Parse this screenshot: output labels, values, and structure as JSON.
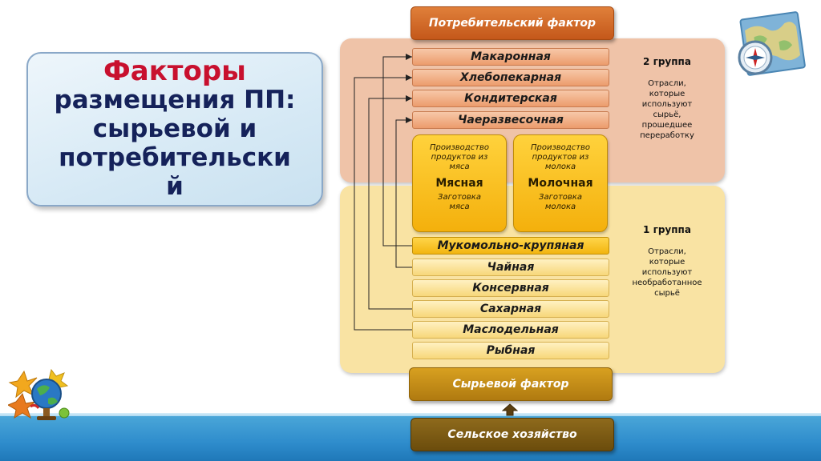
{
  "slide": {
    "title_line1": "Факторы",
    "title_line2": "размещения ПП:",
    "title_line3": "сырьевой и",
    "title_line4": "потребительски",
    "title_line5": "й"
  },
  "diagram": {
    "consumer_factor": "Потребительский фактор",
    "raw_factor": "Сырьевой фактор",
    "agriculture": "Сельское хозяйство",
    "group2": {
      "label": "2 группа",
      "desc_lines": [
        "Отрасли,",
        "которые",
        "используют",
        "сырьё,",
        "прошедшее",
        "переработку"
      ],
      "industries": [
        "Макаронная",
        "Хлебопекарная",
        "Кондитерская",
        "Чаеразвесочная"
      ]
    },
    "meat": {
      "top": [
        "Производство",
        "продуктов из",
        "мяса"
      ],
      "name": "Мясная",
      "bottom": [
        "Заготовка",
        "мяса"
      ]
    },
    "dairy": {
      "top": [
        "Производство",
        "продуктов из",
        "молока"
      ],
      "name": "Молочная",
      "bottom": [
        "Заготовка",
        "молока"
      ]
    },
    "group1": {
      "label": "1 группа",
      "desc_lines": [
        "Отрасли,",
        "которые",
        "используют",
        "необработанное",
        "сырьё"
      ],
      "industries": [
        "Мукомольно-крупяная",
        "Чайная",
        "Консервная",
        "Сахарная",
        "Маслодельная",
        "Рыбная"
      ]
    },
    "colors": {
      "zone_top": "#efc3a8",
      "zone_bottom": "#f9e3a3",
      "consumer_bar": "#c4581a",
      "raw_bar": "#b07a10",
      "agriculture_bar": "#6b4c0c",
      "title_red": "#c8102e",
      "title_blue": "#15225a"
    }
  },
  "icons": {
    "top_right": "globe-map-compass-icon",
    "bottom_left": "globe-leaves-icon",
    "arrow": "up-arrow-icon"
  }
}
